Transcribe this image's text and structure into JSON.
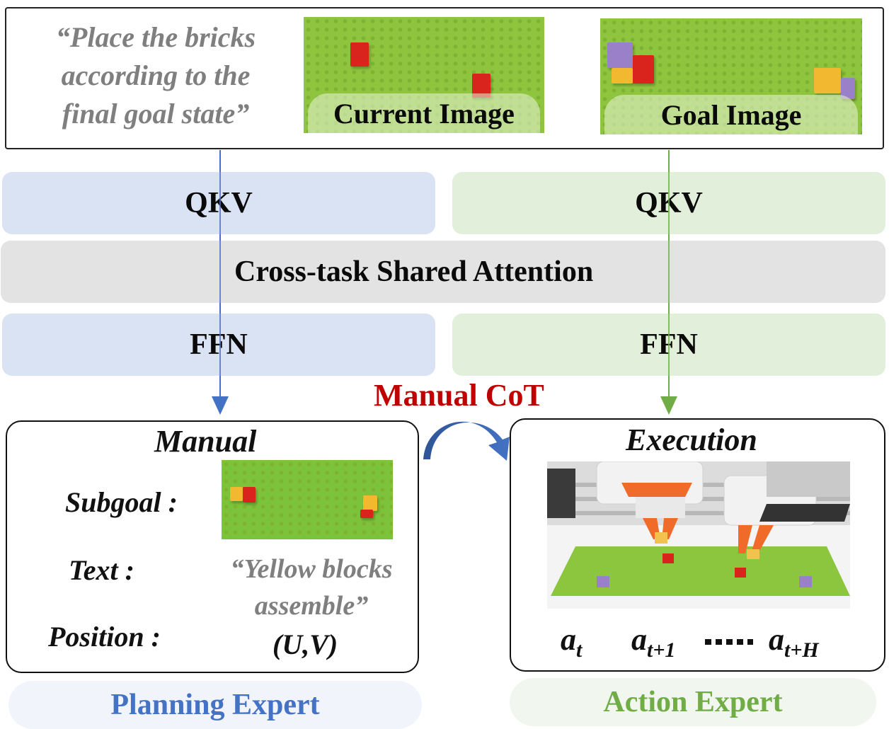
{
  "input": {
    "instruction": "“Place the bricks according to the final goal state”",
    "current_image_label": "Current Image",
    "goal_image_label": "Goal Image"
  },
  "layers": {
    "qkv_left": "QKV",
    "qkv_right": "QKV",
    "shared_attention": "Cross-task Shared Attention",
    "ffn_left": "FFN",
    "ffn_right": "FFN"
  },
  "manual_cot_label": "Manual CoT",
  "manual": {
    "title": "Manual",
    "subgoal_label": "Subgoal :",
    "text_label": "Text :",
    "text_value": "“Yellow blocks assemble”",
    "position_label": "Position :",
    "position_value": "(U,V)"
  },
  "execution": {
    "title": "Execution",
    "actions": [
      {
        "base": "a",
        "sub": "t"
      },
      {
        "base": "a",
        "sub": "t+1"
      },
      {
        "base": "a",
        "sub": "t+H"
      }
    ]
  },
  "experts": {
    "planning": "Planning Expert",
    "action": "Action Expert"
  },
  "colors": {
    "planning_blue": "#4472c4",
    "action_green": "#70ad47",
    "cot_red": "#c00000",
    "blue_block": "#dae3f3",
    "green_block": "#e2efda",
    "gray_block": "#e3e3e3"
  }
}
